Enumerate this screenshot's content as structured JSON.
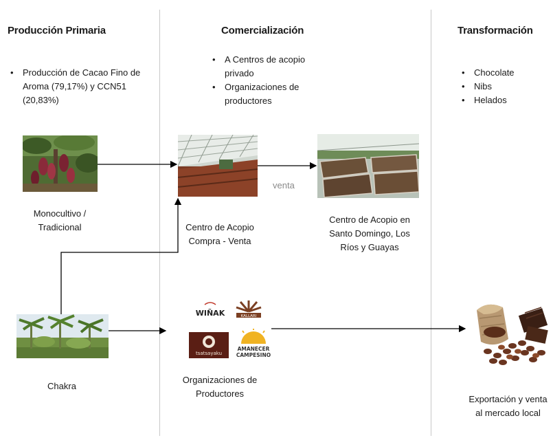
{
  "columns": {
    "primary": {
      "title": "Producción Primaria",
      "bullets": [
        "Producción de Cacao Fino de Aroma (79,17%) y CCN51 (20,83%)"
      ]
    },
    "commerce": {
      "title": "Comercialización",
      "bullets": [
        "A Centros de acopio privado",
        "Organizaciones de productores"
      ]
    },
    "transform": {
      "title": "Transformación",
      "bullets": [
        "Chocolate",
        "Nibs",
        "Helados"
      ]
    }
  },
  "nodes": {
    "monocultivo": "Monocultivo /\nTradicional",
    "chakra": "Chakra",
    "centro_compra": "Centro de Acopio\nCompra - Venta",
    "centro_region": "Centro de Acopio en\nSanto Domingo, Los\nRíos y Guayas",
    "organizaciones": "Organizaciones de\nProductores",
    "exportacion": "Exportación y venta\nal mercado local"
  },
  "edge_labels": {
    "venta": "venta"
  },
  "logos": {
    "winak": "WIÑAK",
    "kallari": "KALLARI",
    "tsatsayaku": "tsatsayaku",
    "amanecer": "AMANECER\nCAMPESINO"
  },
  "colors": {
    "divider": "#c8c8c8",
    "arrow": "#000000",
    "venta_label": "#8a8a8a"
  }
}
